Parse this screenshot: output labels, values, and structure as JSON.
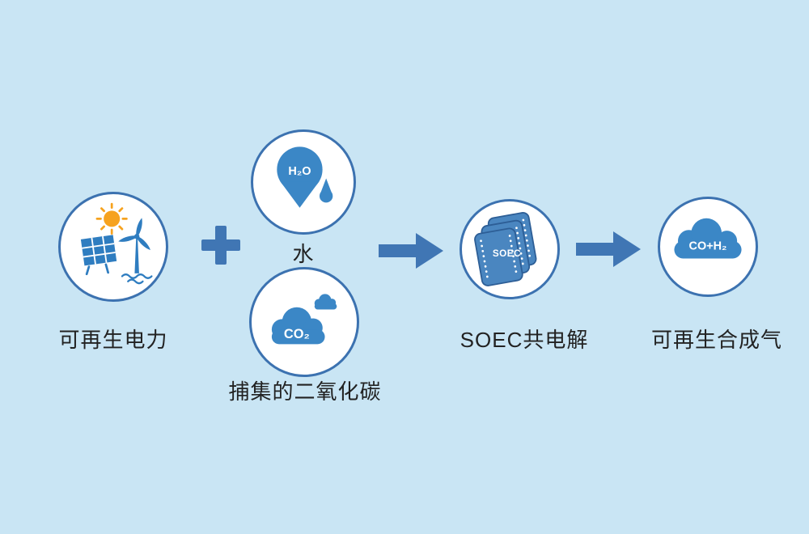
{
  "colors": {
    "background": "#c9e5f4",
    "node_border": "#3c72b0",
    "node_fill": "#ffffff",
    "icon_blue": "#3b87c6",
    "icon_blue_dark": "#2f7dc0",
    "arrow_blue": "#4076b4",
    "sun_orange": "#f6a21e",
    "label_text": "#222222"
  },
  "flow": {
    "nodes": {
      "renewable_power": {
        "label": "可再生电力"
      },
      "water": {
        "label": "水",
        "formula": "H₂O"
      },
      "captured_co2": {
        "label": "捕集的二氧化碳",
        "formula": "CO₂"
      },
      "soec": {
        "label": "SOEC共电解",
        "stack_text": "SOEC"
      },
      "syngas": {
        "label": "可再生合成气",
        "formula": "CO+H₂"
      }
    },
    "operators": {
      "plus_icon": "plus",
      "arrow_icon": "arrow-right"
    }
  }
}
